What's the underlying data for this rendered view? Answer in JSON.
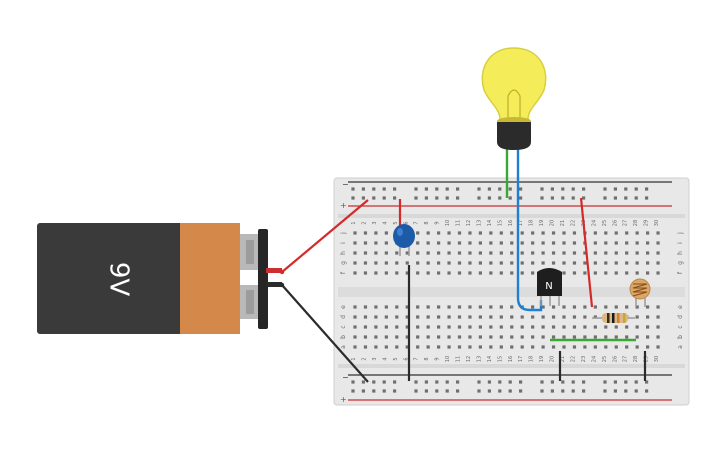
{
  "battery": {
    "label": "9V"
  },
  "transistor": {
    "label": "N"
  },
  "breadboard": {
    "column_numbers": [
      "1",
      "2",
      "3",
      "4",
      "5",
      "6",
      "7",
      "8",
      "9",
      "10",
      "11",
      "12",
      "13",
      "14",
      "15",
      "16",
      "17",
      "18",
      "19",
      "20",
      "21",
      "22",
      "23",
      "24",
      "25",
      "26",
      "27",
      "28",
      "29",
      "30"
    ],
    "rail_signs": {
      "minus": "−",
      "plus": "+"
    },
    "upper_row_letters": [
      "j",
      "i",
      "h",
      "g",
      "f"
    ],
    "lower_row_letters": [
      "e",
      "d",
      "c",
      "b",
      "a"
    ]
  },
  "colors": {
    "battery_body": "#3a3a3a",
    "battery_label_band": "#d4894b",
    "wire_red": "#d62a2a",
    "wire_black": "#2b2b2b",
    "wire_green": "#3aa832",
    "wire_blue": "#1f7fd0",
    "bulb_glass": "#f4ec58",
    "capacitor": "#1d5aa8",
    "breadboard": "#e6e6e6"
  }
}
